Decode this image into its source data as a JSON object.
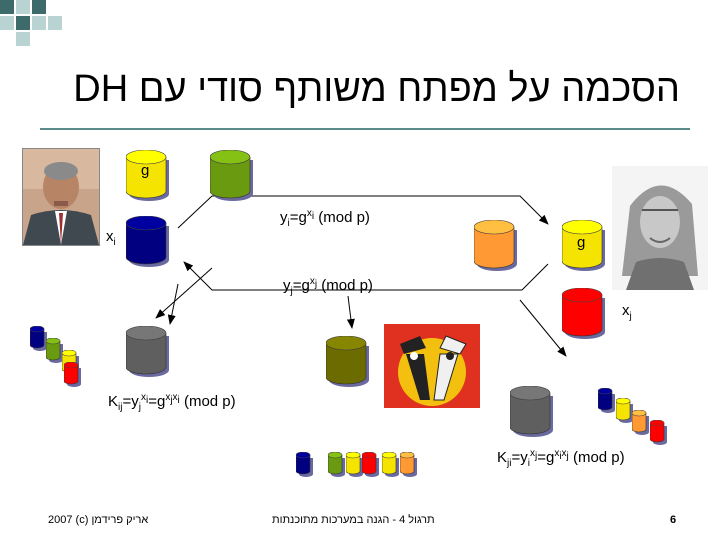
{
  "slide": {
    "title": "הסכמה על מפתח משותף סודי עם DH",
    "page_number": "6",
    "footer_left": "אריק פרידמן  (c) 2007",
    "footer_center": "תרגול 4 - הגנה במערכות מתוכנתות"
  },
  "labels": {
    "g_left": "g",
    "g_right": "g",
    "xi": "xi",
    "xj": "xj",
    "yi_eq": "yi=gxi (mod p)",
    "yj_eq": "yj=gxj (mod p)",
    "kij_eq": "Kij=yjxi=gxjxi (mod p)",
    "kji_eq": "Kji=yixj=gxixj (mod p)"
  },
  "colors": {
    "accent_square_dark": "#3d6b6b",
    "accent_square_light": "#b9d3d3",
    "underline": "#5a8a8a",
    "cyl_yellow": "#f5e400",
    "cyl_green": "#6a9a10",
    "cyl_navy": "#000080",
    "cyl_orange": "#ff9933",
    "cyl_red": "#ff0000",
    "cyl_gray": "#5f5f5f",
    "cyl_olive": "#6b6b00"
  }
}
